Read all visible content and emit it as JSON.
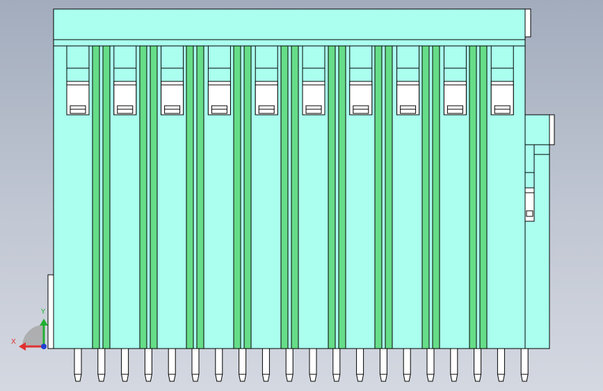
{
  "viewport": {
    "background_top": "#a2acbd",
    "background_bottom": "#d4d8e1"
  },
  "model": {
    "body_color": "#aaffee",
    "channel_color": "#66dd88",
    "edge_color": "#000000",
    "slot_count": 10,
    "pin_count": 20
  },
  "triad": {
    "x_label": "X",
    "y_label": "Y",
    "x_color": "#e03030",
    "y_color": "#20b030",
    "z_color": "#2040d0"
  }
}
